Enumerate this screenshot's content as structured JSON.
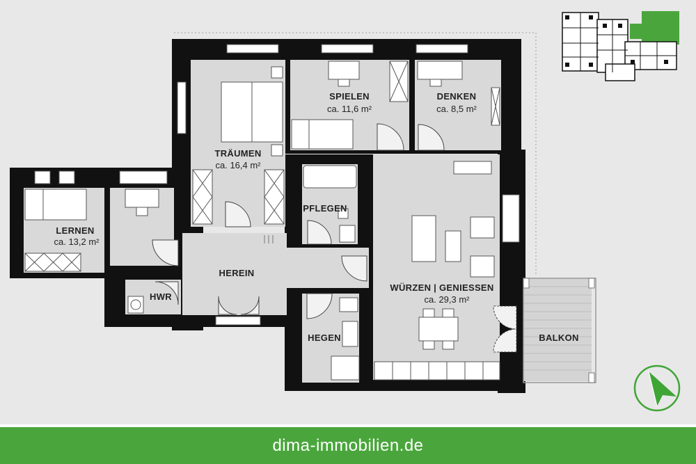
{
  "rooms": {
    "traeumen": {
      "name": "TRÄUMEN",
      "area": "ca. 16,4 m²"
    },
    "spielen": {
      "name": "SPIELEN",
      "area": "ca. 11,6 m²"
    },
    "denken": {
      "name": "DENKEN",
      "area": "ca. 8,5 m²"
    },
    "lernen": {
      "name": "LERNEN",
      "area": "ca. 13,2 m²"
    },
    "pflegen": {
      "name": "PFLEGEN"
    },
    "herein": {
      "name": "HEREIN"
    },
    "hwr": {
      "name": "HWR"
    },
    "wuerzen": {
      "name": "WÜRZEN | GENIESSEN",
      "area": "ca. 29,3 m²"
    },
    "hegen": {
      "name": "HEGEN"
    },
    "balkon": {
      "name": "BALKON"
    }
  },
  "footer": {
    "website": "dima-immobilien.de"
  },
  "colors": {
    "wall": "#111111",
    "floor": "#d9d9d9",
    "background": "#e8e8e8",
    "brand_green": "#4aa63c",
    "compass_green": "#3fa535"
  },
  "icons": {
    "compass": "north-arrow-icon",
    "keyplan": "building-keyplan-icon"
  }
}
